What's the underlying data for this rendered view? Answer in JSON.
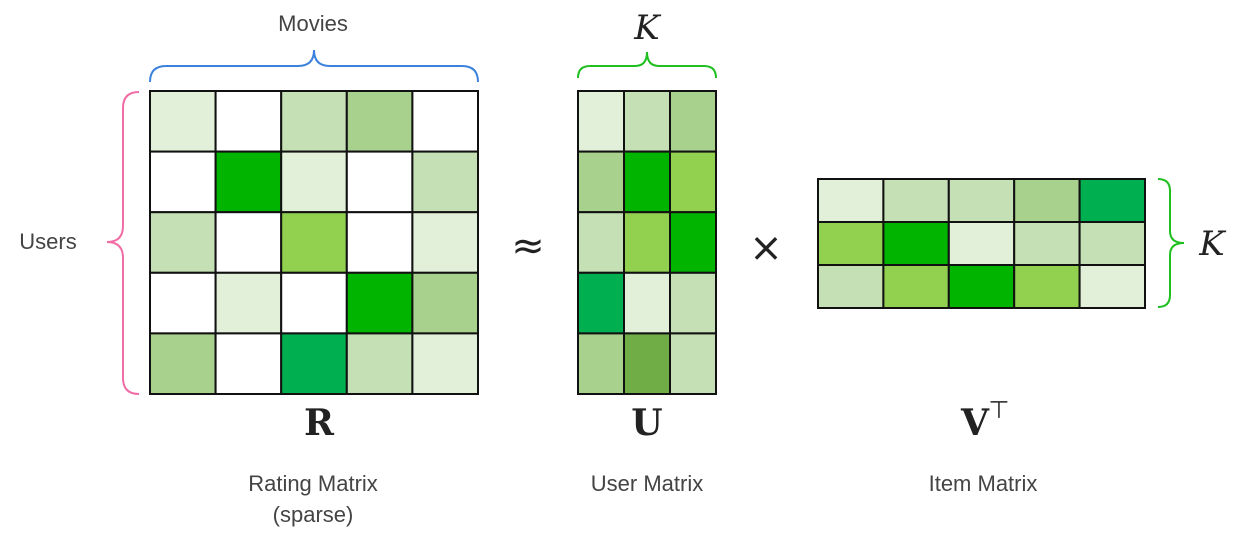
{
  "colors": {
    "level_0": "#ffffff",
    "level_1": "#e2efd9",
    "level_2": "#c5e0b4",
    "level_3": "#a9d18e",
    "level_4": "#92d050",
    "level_5": "#70ad47",
    "level_6": "#00b050",
    "level_7": "#00b400",
    "movies_brace": "#3c82dc",
    "users_brace": "#f06ea5",
    "k_brace": "#1fbf1f"
  },
  "labels": {
    "movies": "Movies",
    "users": "Users",
    "k_user": "K",
    "k_item": "K",
    "approx": "≈",
    "times": "×"
  },
  "matrices": {
    "R": {
      "symbol": "R",
      "caption_line1": "Rating Matrix",
      "caption_line2": "(sparse)",
      "cells": [
        [
          1,
          0,
          2,
          3,
          0
        ],
        [
          0,
          7,
          1,
          0,
          2
        ],
        [
          2,
          0,
          4,
          0,
          1
        ],
        [
          0,
          1,
          0,
          7,
          3
        ],
        [
          3,
          0,
          6,
          2,
          1
        ]
      ]
    },
    "U": {
      "symbol": "U",
      "caption": "User Matrix",
      "cells": [
        [
          1,
          2,
          3
        ],
        [
          3,
          7,
          4
        ],
        [
          2,
          4,
          7
        ],
        [
          6,
          1,
          2
        ],
        [
          3,
          5,
          2
        ]
      ]
    },
    "V": {
      "symbol": "V",
      "superscript": "⊤",
      "caption": "Item Matrix",
      "cells": [
        [
          1,
          2,
          2,
          3,
          6
        ],
        [
          4,
          7,
          1,
          2,
          2
        ],
        [
          2,
          4,
          7,
          4,
          1
        ]
      ]
    }
  }
}
